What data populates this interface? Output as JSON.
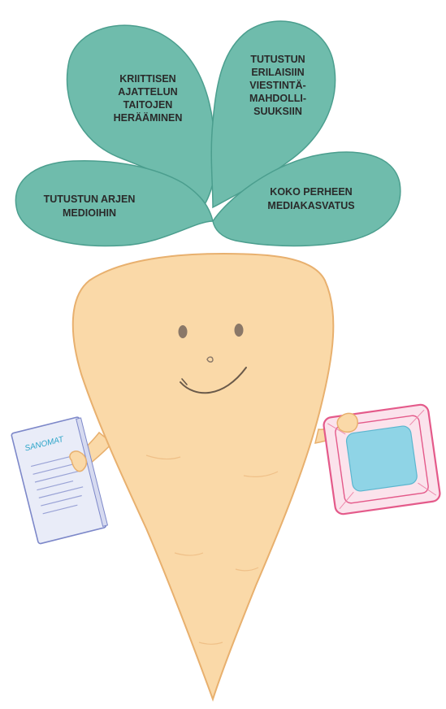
{
  "leaves": {
    "top_left": [
      "KRIITTISEN",
      "AJATTELUN",
      "TAITOJEN",
      "HERÄÄMINEN"
    ],
    "top_right": [
      "TUTUSTUN",
      "ERILAISIIN",
      "VIESTINTÄ-",
      "MAHDOLLI-",
      "SUUKSIIN"
    ],
    "left": [
      "TUTUSTUN ARJEN",
      "MEDIOIHIN"
    ],
    "right": [
      "KOKO PERHEEN",
      "MEDIAKASVATUS"
    ]
  },
  "magazine": {
    "title": "SANOMAT"
  },
  "colors": {
    "leaf_fill": "#6fbcac",
    "leaf_stroke": "#4b9e8e",
    "carrot_fill": "#fad9a8",
    "carrot_stroke": "#e8b06e",
    "tablet_frame": "#e45a8a",
    "tablet_screen": "#8fd4e6",
    "magazine_cover": "#e9ecf8"
  },
  "icons": {
    "carrot": "carrot-character-icon",
    "magazine": "newspaper-icon",
    "tablet": "tablet-icon"
  }
}
